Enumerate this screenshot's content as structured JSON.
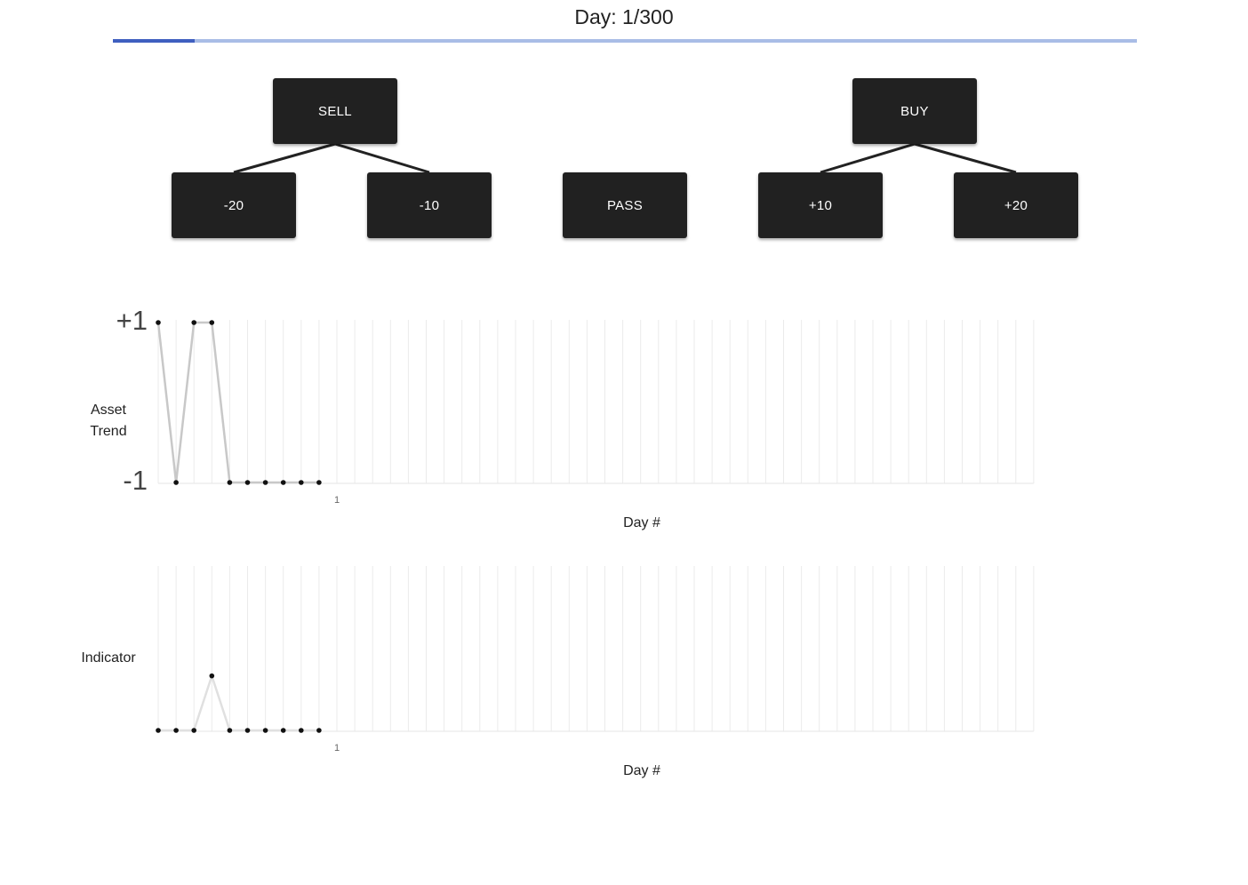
{
  "header": {
    "day_text": "Day: 1/300",
    "progress_fraction": 0.08,
    "progress_color": "#3f5fc0",
    "track_color": "#a9bde6"
  },
  "actions": {
    "sell": "SELL",
    "buy": "BUY",
    "minus20": "-20",
    "minus10": "-10",
    "pass": "PASS",
    "plus10": "+10",
    "plus20": "+20"
  },
  "chart_data": [
    {
      "type": "line",
      "ylabel_line1": "Asset",
      "ylabel_line2": "Trend",
      "xlabel": "Day #",
      "y_tick_top": "+1",
      "y_tick_bottom": "-1",
      "x_tick_label": "1",
      "ylim": [
        -1,
        1
      ],
      "x_slots": 50,
      "series": [
        {
          "values": [
            1,
            -1,
            1,
            1,
            -1,
            -1,
            -1,
            -1,
            -1,
            -1
          ]
        }
      ],
      "line_color": "#c8c8c8",
      "grid": true
    },
    {
      "type": "line",
      "ylabel": "Indicator",
      "xlabel": "Day #",
      "x_tick_label": "1",
      "ylim": [
        0,
        3
      ],
      "x_slots": 50,
      "series": [
        {
          "values": [
            0,
            0,
            0,
            1,
            0,
            0,
            0,
            0,
            0,
            0
          ]
        }
      ],
      "line_color": "#e0e0e0",
      "grid": true
    }
  ]
}
